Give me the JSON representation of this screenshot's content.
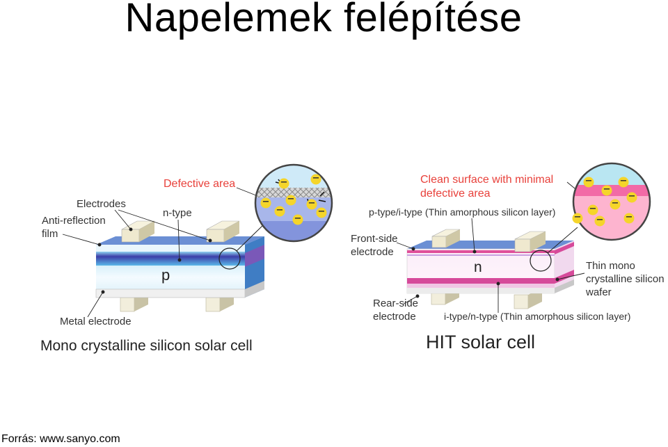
{
  "title": "Napelemek felépítése",
  "source": "Forrás: www.sanyo.com",
  "left_cell": {
    "caption": "Mono crystalline silicon solar cell",
    "labels": {
      "defective_area": "Defective area",
      "electrodes": "Electrodes",
      "n_type": "n-type",
      "anti_reflection_1": "Anti-reflection",
      "anti_reflection_2": "film",
      "p": "p",
      "metal_electrode": "Metal electrode"
    }
  },
  "right_cell": {
    "caption": "HIT solar cell",
    "labels": {
      "clean_surface_1": "Clean surface with minimal",
      "clean_surface_2": "defective area",
      "p_type": "p-type/i-type (Thin amorphous silicon layer)",
      "front_side_1": "Front-side",
      "front_side_2": "electrode",
      "n": "n",
      "thin_mono_1": "Thin mono",
      "thin_mono_2": "crystalline silicon",
      "thin_mono_3": "wafer",
      "rear_side_1": "Rear-side",
      "rear_side_2": "electrode",
      "i_type": "i-type/n-type (Thin amorphous silicon layer)"
    }
  },
  "electron_symbol": "−"
}
